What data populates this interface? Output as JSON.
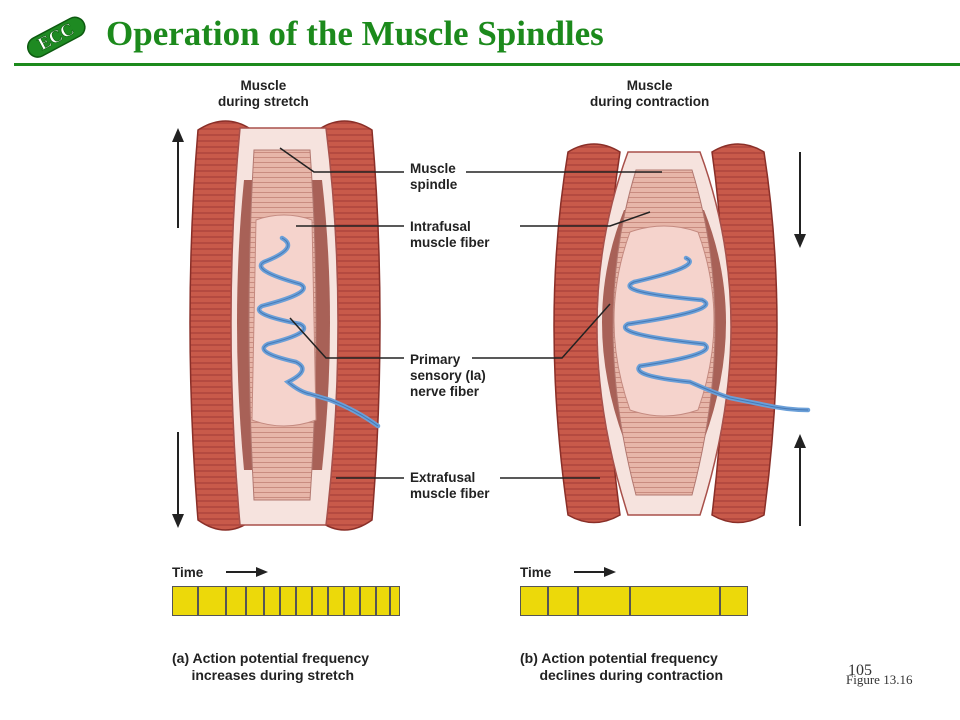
{
  "header": {
    "title": "Operation of the Muscle Spindles",
    "logo_text": "ECC",
    "accent_color": "#1c8a1c"
  },
  "figure": {
    "panel_a_title": "Muscle\nduring stretch",
    "panel_b_title": "Muscle\nduring contraction",
    "labels": {
      "muscle_spindle": "Muscle\nspindle",
      "intrafusal": "Intrafusal\nmuscle fiber",
      "primary_sensory": "Primary\nsensory (Ia)\nnerve fiber",
      "extrafusal": "Extrafusal\nmuscle fiber"
    },
    "time_label": "Time",
    "caption_a": "(a) Action potential frequency\n     increases during stretch",
    "caption_b": "(b) Action potential frequency\n     declines during contraction",
    "trace_a_spikes": 13,
    "trace_b_spikes": 5,
    "colors": {
      "muscle": "#c85a4a",
      "spindle": "#f2cdc6",
      "nerve": "#6a9fd8",
      "trace": "#ecd90a"
    }
  },
  "footer": {
    "page_number": "105",
    "figure_ref": "Figure 13.16"
  }
}
